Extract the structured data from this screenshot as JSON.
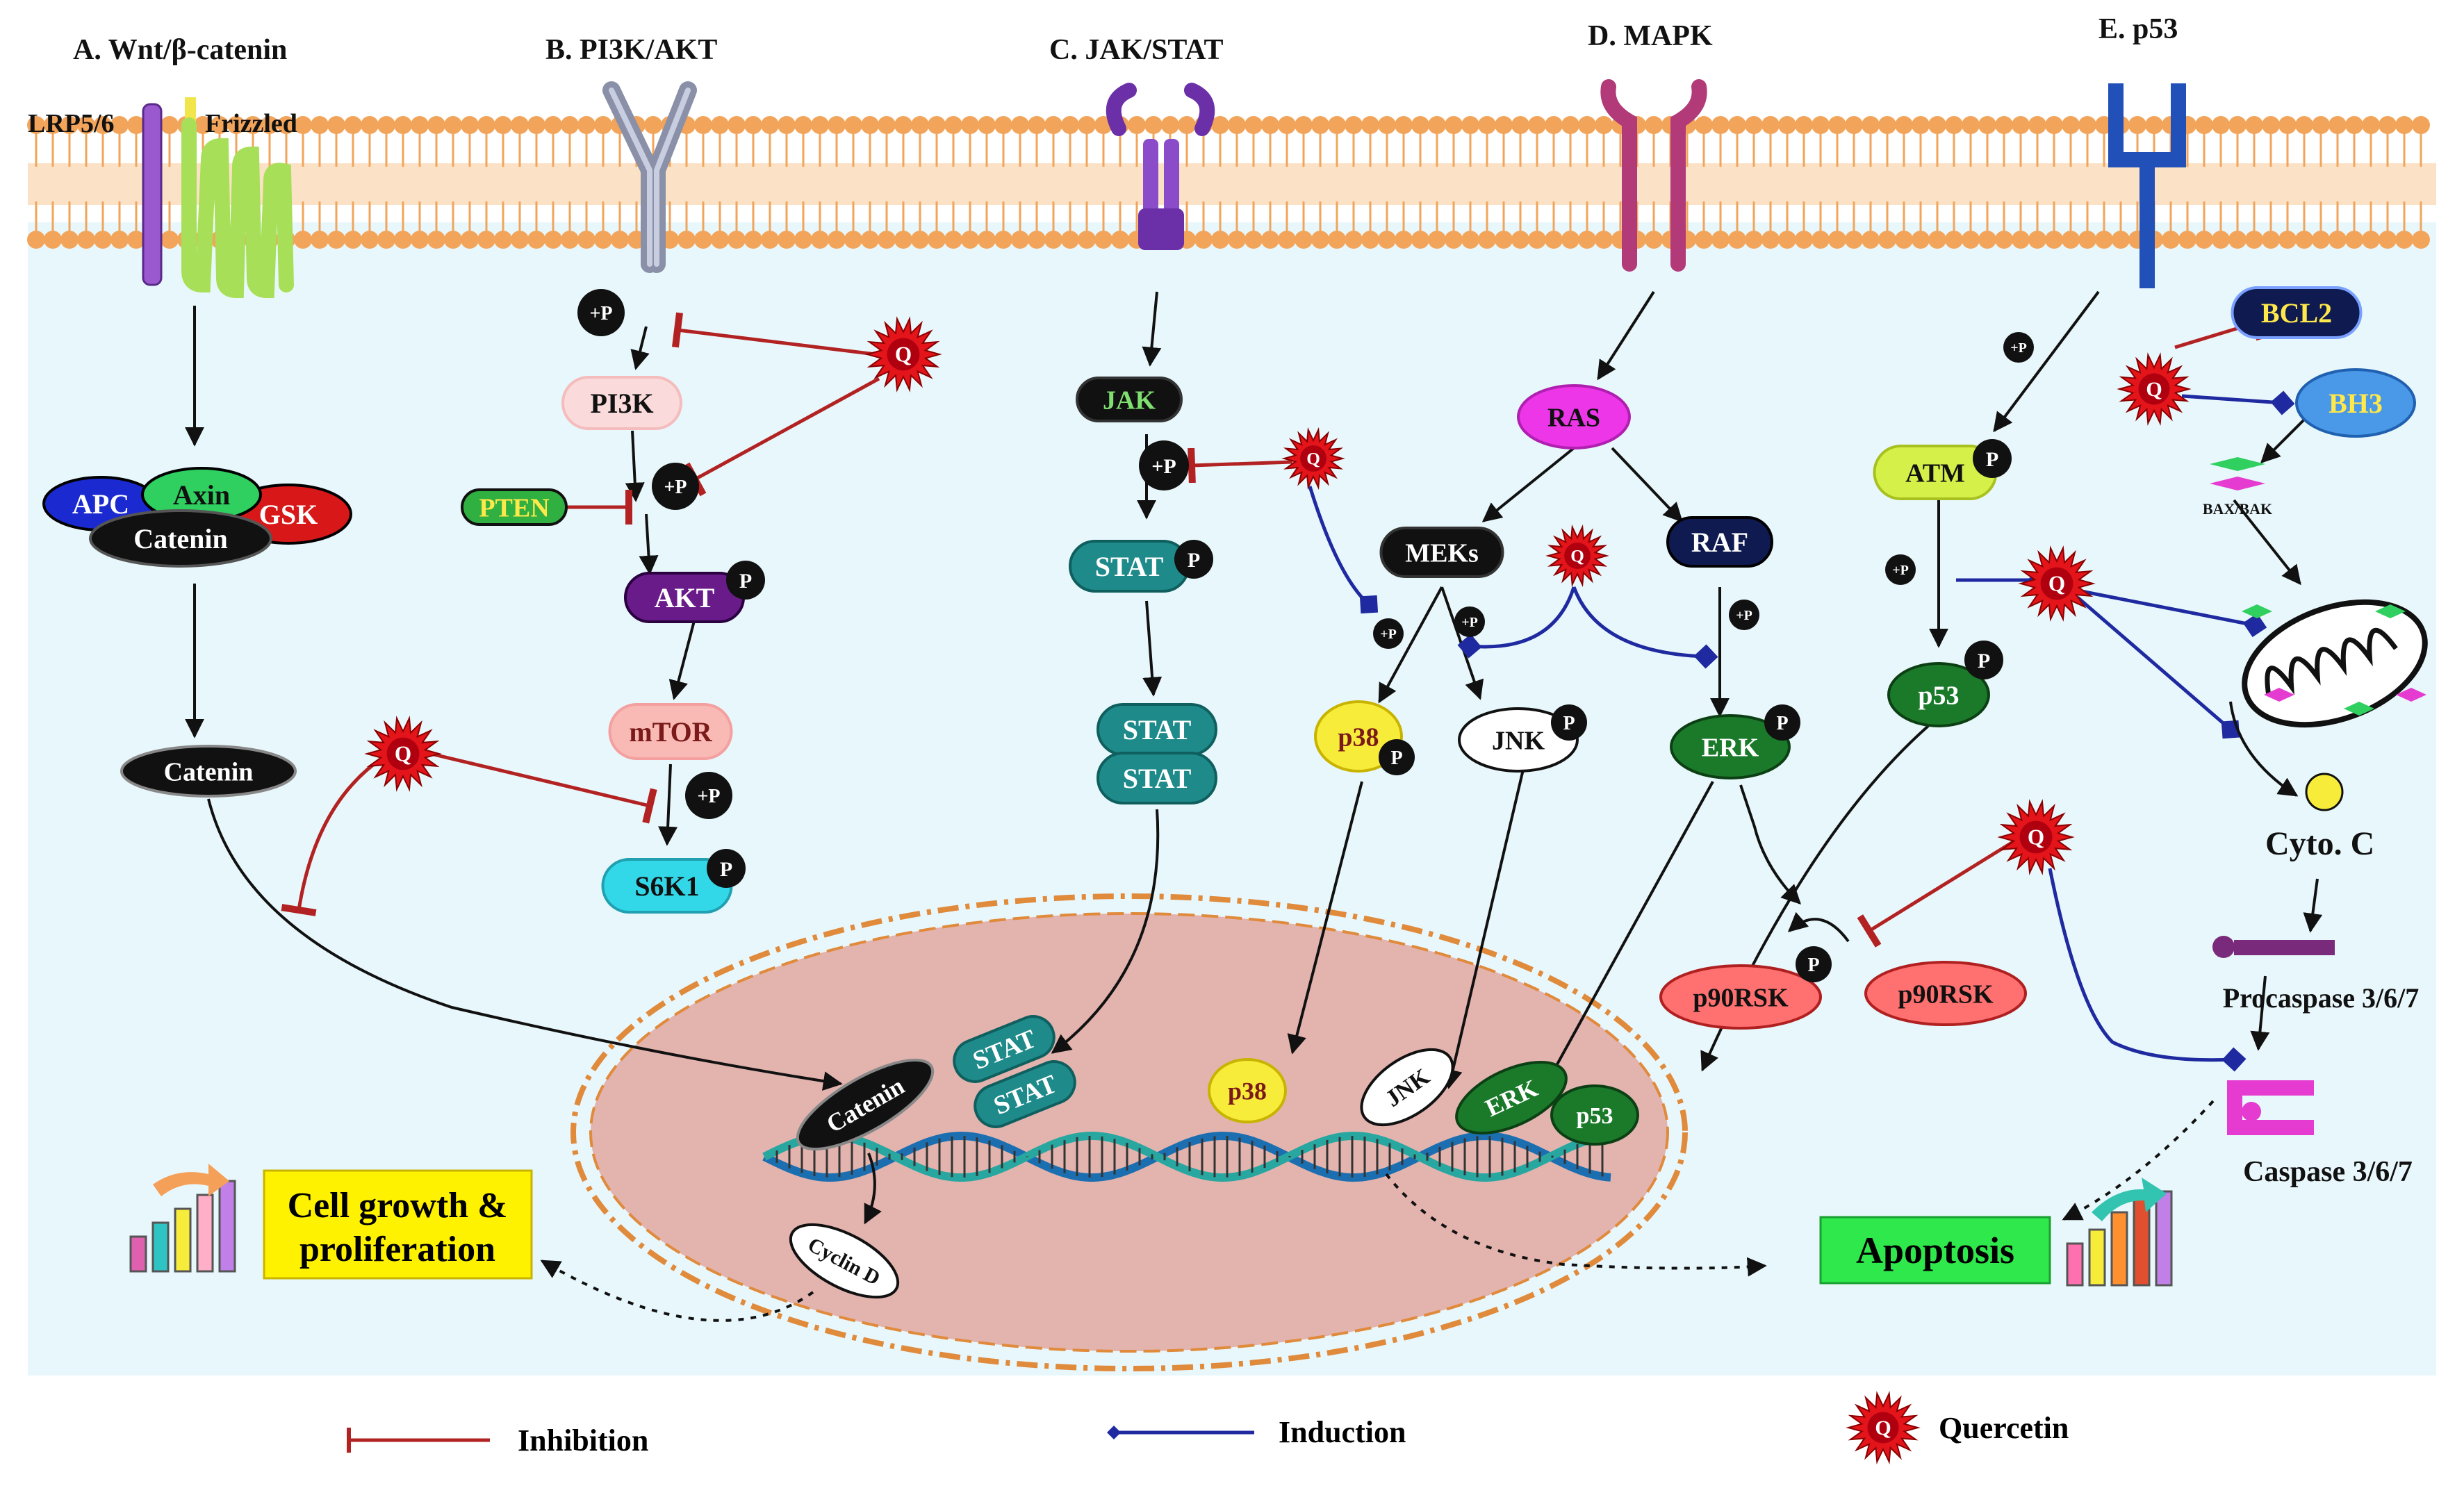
{
  "panels": {
    "a": "A. Wnt/β-catenin",
    "b": "B. PI3K/AKT",
    "c": "C. JAK/STAT",
    "d": "D. MAPK",
    "e": "E. p53"
  },
  "receptors": {
    "lrp": "LRP5/6",
    "frizzled": "Frizzled"
  },
  "molecules": {
    "apc": "APC",
    "axin": "Axin",
    "gsk": "GSK",
    "catenin": "Catenin",
    "pi3k": "PI3K",
    "pten": "PTEN",
    "akt": "AKT",
    "mtor": "mTOR",
    "s6k1": "S6K1",
    "jak": "JAK",
    "stat": "STAT",
    "ras": "RAS",
    "meks": "MEKs",
    "raf": "RAF",
    "p38": "p38",
    "jnk": "JNK",
    "erk": "ERK",
    "p90rsk": "p90RSK",
    "atm": "ATM",
    "p53": "p53",
    "bcl2": "BCL2",
    "bh3": "BH3",
    "baxbak": "BAX/BAK",
    "cytoc": "Cyto. C",
    "procaspase": "Procaspase 3/6/7",
    "caspase": "Caspase 3/6/7",
    "cyclind": "Cyclin D"
  },
  "symbols": {
    "phos": "+P",
    "p": "P",
    "q": "Q"
  },
  "outcomes": {
    "growth_line1": "Cell growth &",
    "growth_line2": "proliferation",
    "apoptosis": "Apoptosis"
  },
  "legend": {
    "inhibition": "Inhibition",
    "induction": "Induction",
    "quercetin": "Quercetin"
  },
  "colors": {
    "membrane": "#f2a55a",
    "cytoplasm": "#e8f7fb",
    "nucleus": "#e3b3ae",
    "inhibition": "#b22222",
    "induction": "#1f2aa0",
    "quercetin": "#e4141b",
    "growth_box": "#fff200",
    "apoptosis_box": "#2ee84c"
  }
}
